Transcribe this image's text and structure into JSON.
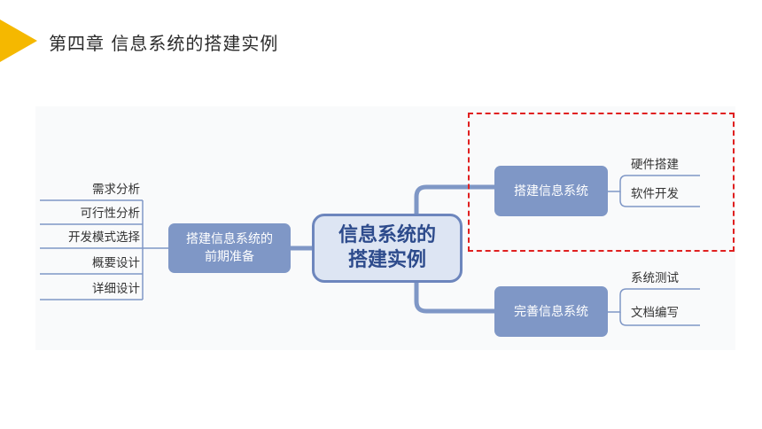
{
  "header": {
    "title": "第四章 信息系统的搭建实例",
    "accent_color": "#f5b800"
  },
  "diagram": {
    "center": {
      "line1": "信息系统的",
      "line2": "搭建实例"
    },
    "left_branch": {
      "line1": "搭建信息系统的",
      "line2": "前期准备",
      "items": [
        "需求分析",
        "可行性分析",
        "开发模式选择",
        "概要设计",
        "详细设计"
      ]
    },
    "top_right_branch": {
      "label": "搭建信息系统",
      "items": [
        "硬件搭建",
        "软件开发"
      ]
    },
    "bottom_right_branch": {
      "label": "完善信息系统",
      "items": [
        "系统测试",
        "文档编写"
      ]
    },
    "colors": {
      "branch_box": "#7f97c6",
      "center_fill": "#dde5f3",
      "center_border": "#6d86bd",
      "connector": "#7f97c6",
      "highlight_border": "#e02020"
    }
  }
}
